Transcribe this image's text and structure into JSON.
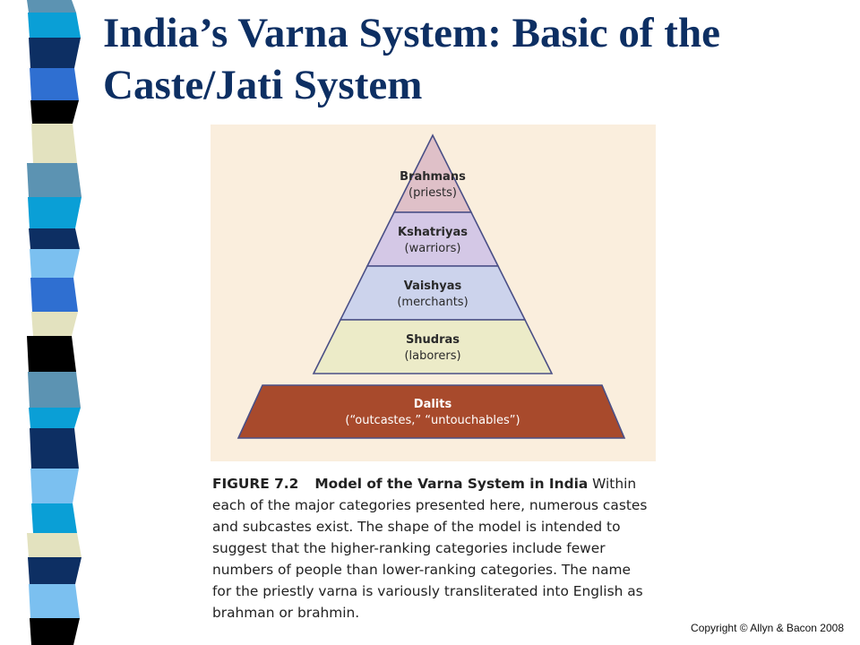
{
  "title": "India’s Varna System: Basic of the Caste/Jati System",
  "pyramid": {
    "levels": [
      {
        "name": "Brahmans",
        "desc": "(priests)",
        "color": "#dfc0c8"
      },
      {
        "name": "Kshatriyas",
        "desc": "(warriors)",
        "color": "#d4c8e6"
      },
      {
        "name": "Vaishyas",
        "desc": "(merchants)",
        "color": "#ccd3ec"
      },
      {
        "name": "Shudras",
        "desc": "(laborers)",
        "color": "#ecebc8"
      }
    ],
    "base": {
      "name": "Dalits",
      "desc": "(“outcastes,” “untouchables”)",
      "color": "#a84a2c",
      "text_color": "#ffffff"
    },
    "background": "#faeedd",
    "outline": "#4a4f86"
  },
  "caption": {
    "figure_number": "FIGURE 7.2",
    "figure_title": "Model of the Varna System in India",
    "text": "Within each of the major categories presented here, numerous castes and subcastes exist. The shape of the model is intended to suggest that the higher-ranking categories include fewer numbers of people than lower-ranking categories. The name for the priestly varna is variously transliterated into English as brahman or brahmin."
  },
  "copyright": "Copyright © Allyn & Bacon 2008",
  "colors": {
    "title": "#0d2f63",
    "stripe": [
      "#0d2f63",
      "#5c93b2",
      "#0a9fd6",
      "#e3e2bf",
      "#000000",
      "#2f6fd1",
      "#7bc0f0"
    ]
  }
}
